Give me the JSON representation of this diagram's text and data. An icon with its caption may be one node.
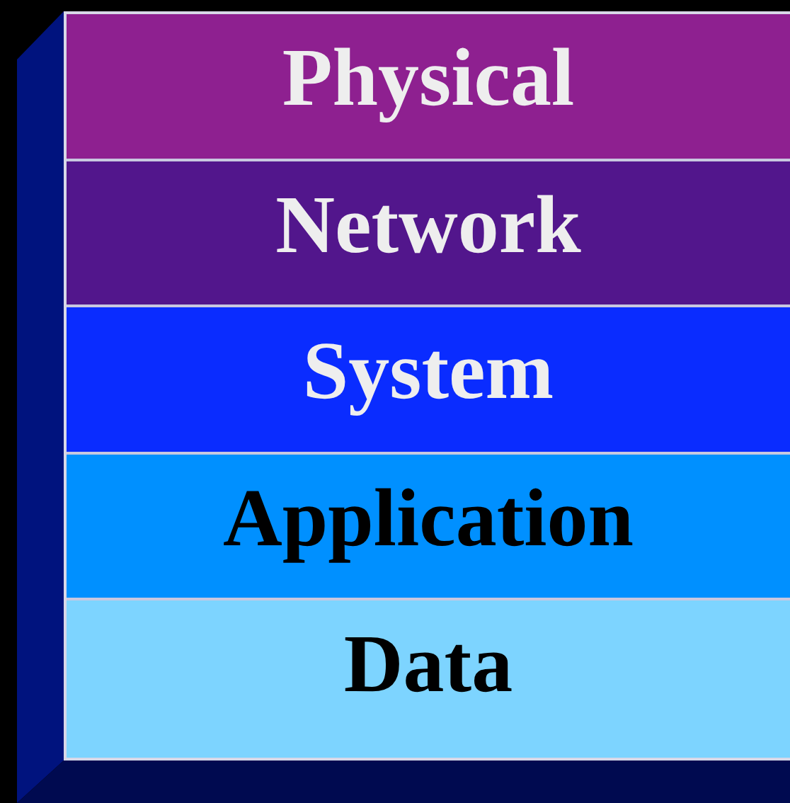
{
  "diagram": {
    "nodes": [
      {
        "text": [
          "Physical"
        ]
      },
      {
        "text": [
          "Network"
        ]
      },
      {
        "text": [
          "System"
        ]
      },
      {
        "text": [
          "Application"
        ]
      },
      {
        "text": [
          "Data"
        ]
      }
    ]
  }
}
